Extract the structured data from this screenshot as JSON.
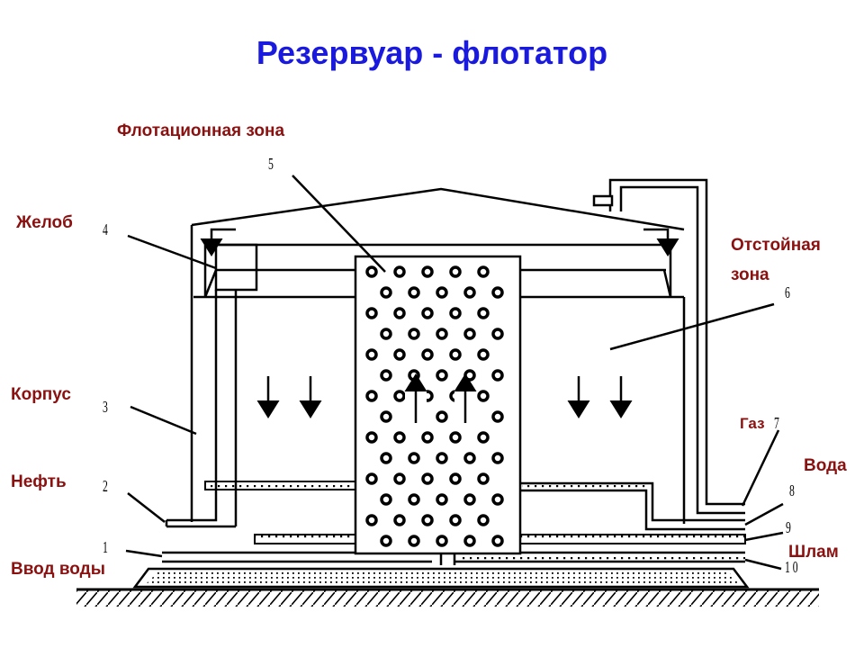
{
  "title": "Резервуар - флотатор",
  "labels": {
    "flotation_zone": "Флотационная зона",
    "trough": "Желоб",
    "settling_zone_line1": "Отстойная",
    "settling_zone_line2": "зона",
    "body": "Корпус",
    "gas": "Газ",
    "oil": "Нефть",
    "water": "Вода",
    "sludge": "Шлам",
    "water_inlet": "Ввод воды"
  },
  "numbers": {
    "n1": "1",
    "n2": "2",
    "n3": "3",
    "n4": "4",
    "n5": "5",
    "n6": "6",
    "n7": "7",
    "n8": "8",
    "n9": "9",
    "n10": "1 0"
  },
  "colors": {
    "title": "#1a1adf",
    "label": "#8b1010",
    "line": "#000000"
  }
}
